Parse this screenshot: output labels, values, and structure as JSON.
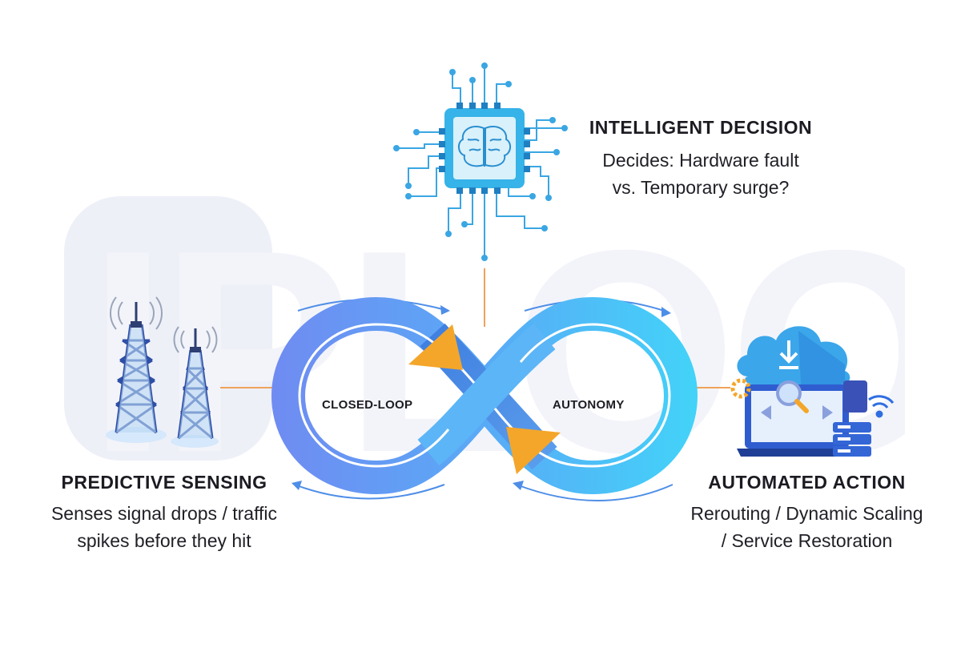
{
  "watermark": {
    "text": "IPLOOK"
  },
  "loop": {
    "left_label": "CLOSED-LOOP",
    "right_label": "AUTONOMY"
  },
  "decision": {
    "title": "INTELLIGENT DECISION",
    "line1": "Decides: Hardware fault",
    "line2": "vs. Temporary surge?",
    "icon": "ai-chip-brain-icon"
  },
  "sensing": {
    "title": "PREDICTIVE SENSING",
    "line1": "Senses signal drops / traffic",
    "line2": "spikes before they hit",
    "icon": "cell-tower-icon"
  },
  "action": {
    "title": "AUTOMATED ACTION",
    "line1": "Rerouting / Dynamic Scaling",
    "line2": "/ Service Restoration",
    "icon": "cloud-laptop-server-icon"
  },
  "colors": {
    "loop_left": "#6f8ff2",
    "loop_right": "#3fd0f7",
    "arrow_head": "#f4a62a",
    "connector": "#f0a25a",
    "chip": "#3fb6e9",
    "tower": "#2e4fa5"
  }
}
